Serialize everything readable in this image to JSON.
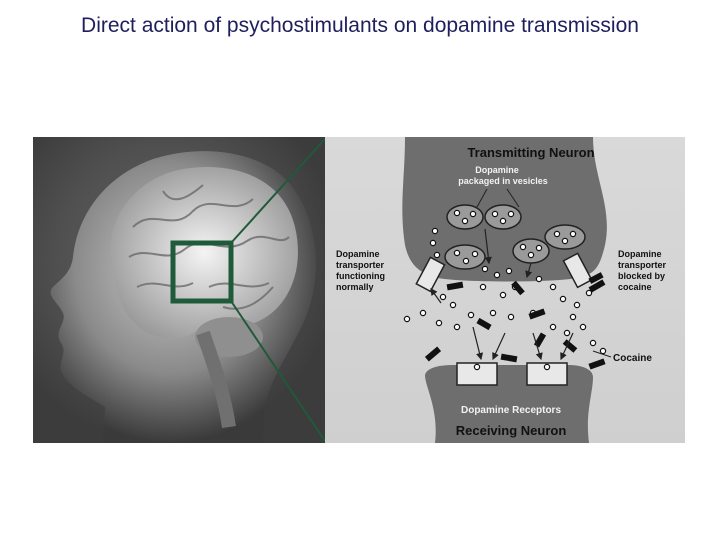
{
  "slide": {
    "title": "Direct action of psychostimulants on dopamine transmission"
  },
  "diagram": {
    "transmitting_neuron": "Transmitting Neuron",
    "dopamine_vesicles": [
      "Dopamine",
      "packaged in vesicles"
    ],
    "transporter_normal": [
      "Dopamine",
      "transporter",
      "functioning",
      "normally"
    ],
    "transporter_blocked": [
      "Dopamine",
      "transporter",
      "blocked by",
      "cocaine"
    ],
    "cocaine": "Cocaine",
    "dopamine_receptors": "Dopamine Receptors",
    "receiving_neuron": "Receiving Neuron"
  },
  "colors": {
    "title_text": "#1f1f5e",
    "highlight_box": "#1f5a3a",
    "panel_bg": "#d6d6d6",
    "neuron_fill": "#6e6e6e"
  },
  "icons": [
    "head-silhouette",
    "brain",
    "dopamine-molecule",
    "cocaine-molecule",
    "vesicle",
    "transporter",
    "receptor"
  ]
}
